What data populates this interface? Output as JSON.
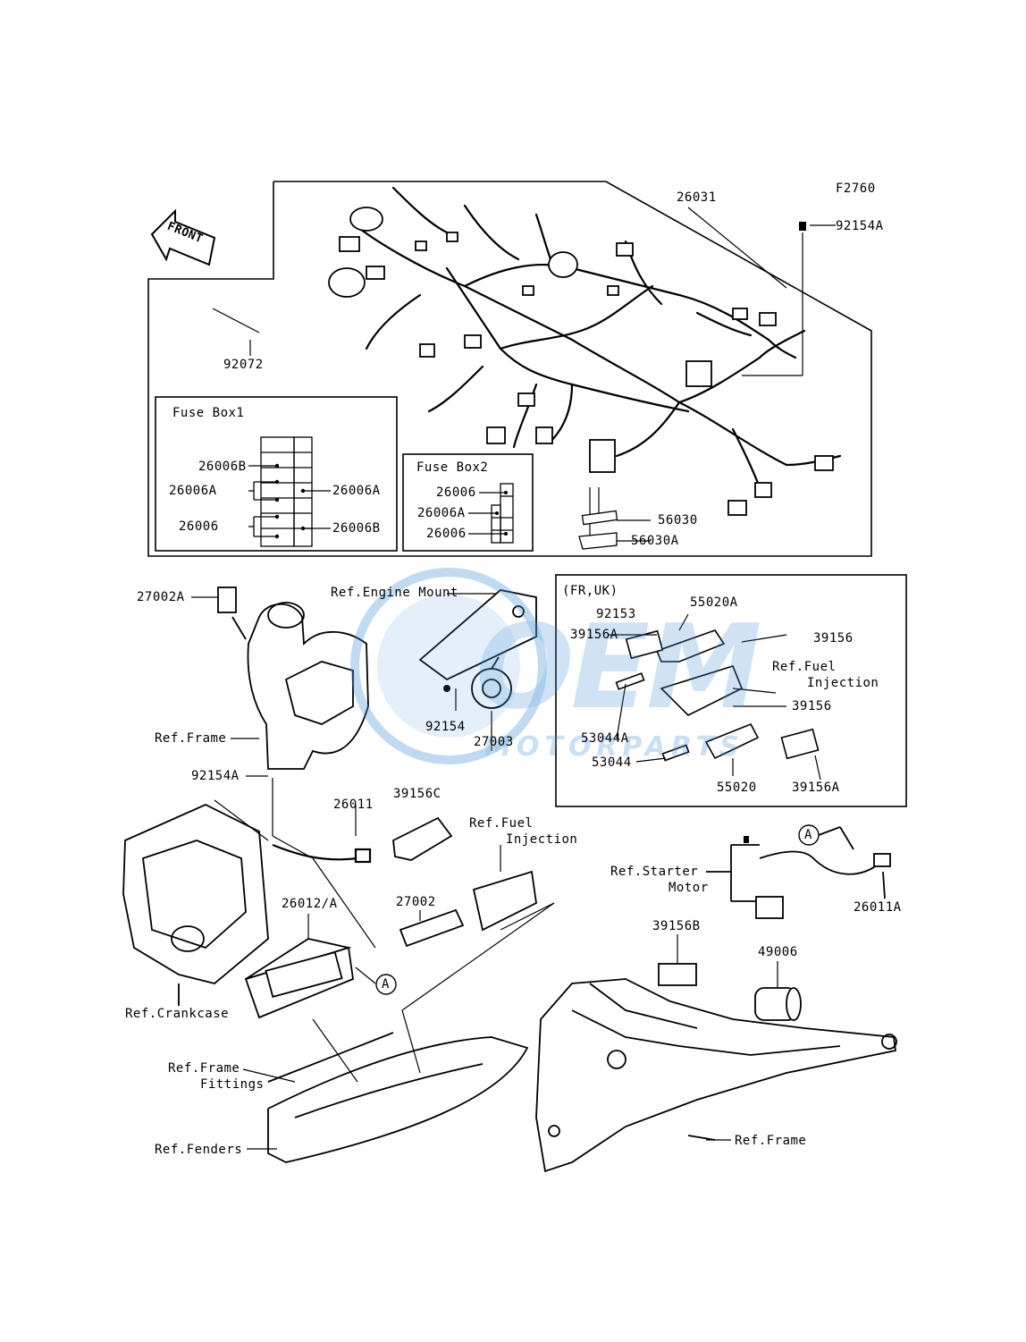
{
  "figure_code": "F2760",
  "front_label": "FRONT",
  "watermark": {
    "main": "OEM",
    "sub": "MOTORPARTS",
    "color": "#3d8fd6"
  },
  "fuse_box1": {
    "title": "Fuse Box1"
  },
  "fuse_box2": {
    "title": "Fuse Box2"
  },
  "fr_uk": {
    "title": "(FR,UK)"
  },
  "labels": {
    "l26031": "26031",
    "l92154A_top": "92154A",
    "l92072": "92072",
    "l26006B_fb1": "26006B",
    "l26006A_fb1_left": "26006A",
    "l26006A_fb1_right": "26006A",
    "l26006_fb1": "26006",
    "l26006B_fb1_right": "26006B",
    "l26006_fb2_top": "26006",
    "l26006A_fb2": "26006A",
    "l26006_fb2_bot": "26006",
    "l56030": "56030",
    "l56030A": "56030A",
    "l27002A": "27002A",
    "l_ref_engine_mount": "Ref.Engine Mount",
    "l_ref_frame_1": "Ref.Frame",
    "l92154": "92154",
    "l27003": "27003",
    "l92153": "92153",
    "l55020A": "55020A",
    "l39156A_1": "39156A",
    "l39156_1": "39156",
    "l_ref_fuel_inj_1a": "Ref.Fuel",
    "l_ref_fuel_inj_1b": "Injection",
    "l39156_2": "39156",
    "l53044A": "53044A",
    "l53044": "53044",
    "l55020": "55020",
    "l39156A_2": "39156A",
    "l92154A_mid": "92154A",
    "l26011": "26011",
    "l39156C": "39156C",
    "l_ref_fuel_inj_2a": "Ref.Fuel",
    "l_ref_fuel_inj_2b": "Injection",
    "l26012A": "26012/A",
    "l27002": "27002",
    "l_ref_starter_a": "Ref.Starter",
    "l_ref_starter_b": "Motor",
    "l26011A": "26011A",
    "l39156B": "39156B",
    "l49006": "49006",
    "l_ref_crankcase": "Ref.Crankcase",
    "l_ref_frame_fit_a": "Ref.Frame",
    "l_ref_frame_fit_b": "Fittings",
    "l_ref_fenders": "Ref.Fenders",
    "l_ref_frame_2": "Ref.Frame",
    "callout_A1": "A",
    "callout_A2": "A"
  }
}
